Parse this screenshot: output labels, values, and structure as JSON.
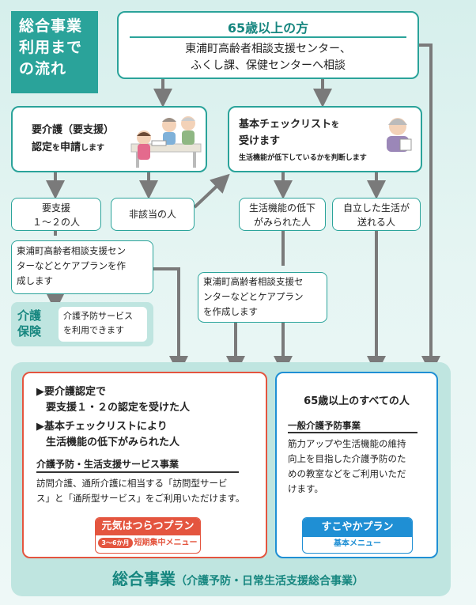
{
  "title_block": {
    "line1": "総合事業",
    "line2": "利用まで",
    "line3": "の流れ"
  },
  "top": {
    "title": "65歳以上の方",
    "desc_line1": "東浦町高齢者相談支援センター、",
    "desc_line2": "ふくし課、保健センターへ相談"
  },
  "apply": {
    "line1": "要介護（要支援）",
    "line2_a": "認定",
    "line2_b": "を",
    "line2_c": "申請",
    "line2_d": "します"
  },
  "checklist": {
    "line1_a": "基本チェックリスト",
    "line1_b": "を",
    "line2": "受けます",
    "sub": "生活機能が低下しているかを判断します"
  },
  "results": {
    "yoshien_line1": "要支援",
    "yoshien_line2": "１～２の人",
    "higaito": "非該当の人",
    "teika_line1": "生活機能の低下",
    "teika_line2": "がみられた人",
    "jiritsu_line1": "自立した生活が",
    "jiritsu_line2": "送れる人"
  },
  "plan1": {
    "line1": "東浦町高齢者相談支援セン",
    "line2": "ターなどとケアプランを作",
    "line3": "成します"
  },
  "plan2": {
    "line1": "東浦町高齢者相談支援セ",
    "line2": "ンターなどとケアプラン",
    "line3": "を作成します"
  },
  "kaigo_hoken": {
    "label_line1": "介護",
    "label_line2": "保険",
    "desc_line1": "介護予防サービス",
    "desc_line2": "を利用できます"
  },
  "red_box": {
    "cond1_line1": "要介護認定で",
    "cond1_line2": "要支援１・２の認定を受けた人",
    "cond2_line1": "基本チェックリストにより",
    "cond2_line2": "生活機能の低下がみられた人",
    "section_title": "介護予防・生活支援サービス事業",
    "desc_line1": "訪問介護、通所介護に相当する「訪問型サービ",
    "desc_line2": "ス」と「通所型サービス」をご利用いただけます。",
    "badge_title": "元気はつらつプラン",
    "badge_pill": "3～6か月",
    "badge_sub": "短期集中メニュー"
  },
  "blue_box": {
    "title": "65歳以上のすべての人",
    "section_title": "一般介護予防事業",
    "desc_line1": "筋力アップや生活機能の維持",
    "desc_line2": "向上を目指した介護予防のた",
    "desc_line3": "めの教室などをご利用いただ",
    "desc_line4": "けます。",
    "badge_title": "すこやかプラン",
    "badge_sub": "基本メニュー"
  },
  "bottom": {
    "title": "総合事業",
    "subtitle": "（介護予防・日常生活支援総合事業）"
  },
  "colors": {
    "teal": "#2aa39a",
    "teal_dark": "#16867f",
    "arrow_gray": "#7a7a7a",
    "red": "#e4553f",
    "blue": "#1f8fd4"
  }
}
